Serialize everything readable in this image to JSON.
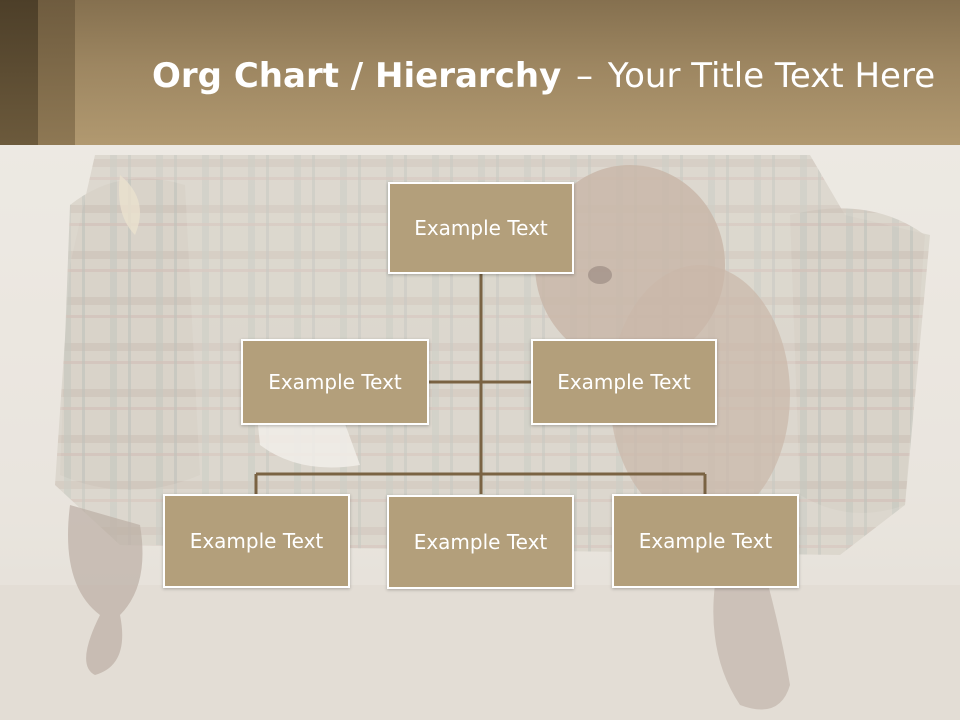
{
  "title": {
    "bold": "Org Chart / Hierarchy",
    "dash": "–",
    "rest": "Your Title Text Here"
  },
  "colors": {
    "header": "#a08a63",
    "node_fill": "#b39f7b",
    "node_border": "#ffffff",
    "connector": "#7a6343"
  },
  "background_image": "faded photo of a dog lying on a torn plaid armchair",
  "org_chart": {
    "root": {
      "label": "Example Text"
    },
    "assistants": [
      {
        "label": "Example Text"
      },
      {
        "label": "Example Text"
      }
    ],
    "children": [
      {
        "label": "Example Text"
      },
      {
        "label": "Example Text"
      },
      {
        "label": "Example Text"
      }
    ]
  }
}
